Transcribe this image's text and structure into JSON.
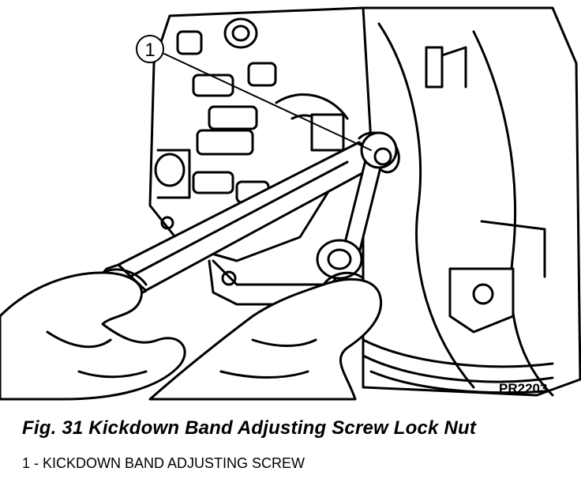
{
  "figure": {
    "callout_number": "1",
    "image_code": "PR2203",
    "caption": "Fig. 31 Kickdown Band Adjusting Screw Lock Nut",
    "legend": [
      {
        "label": "1 - KICKDOWN BAND ADJUSTING SCREW"
      }
    ]
  },
  "colors": {
    "ink": "#000000",
    "paper": "#ffffff"
  }
}
